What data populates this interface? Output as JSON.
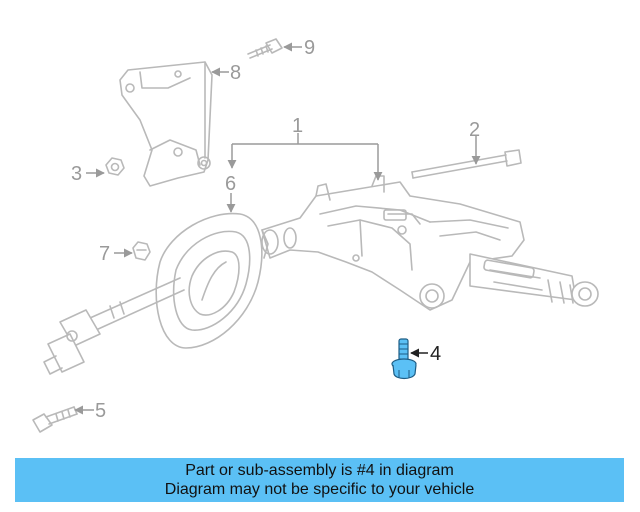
{
  "callouts": [
    "1",
    "2",
    "3",
    "4",
    "5",
    "6",
    "7",
    "8",
    "9"
  ],
  "highlighted_part": "4",
  "highlight_color": "#5bc0f5",
  "banner": {
    "line1": "Part or sub-assembly is #4 in diagram",
    "line2": "Diagram may not be specific to your vehicle",
    "color": "#5bc0f5"
  }
}
